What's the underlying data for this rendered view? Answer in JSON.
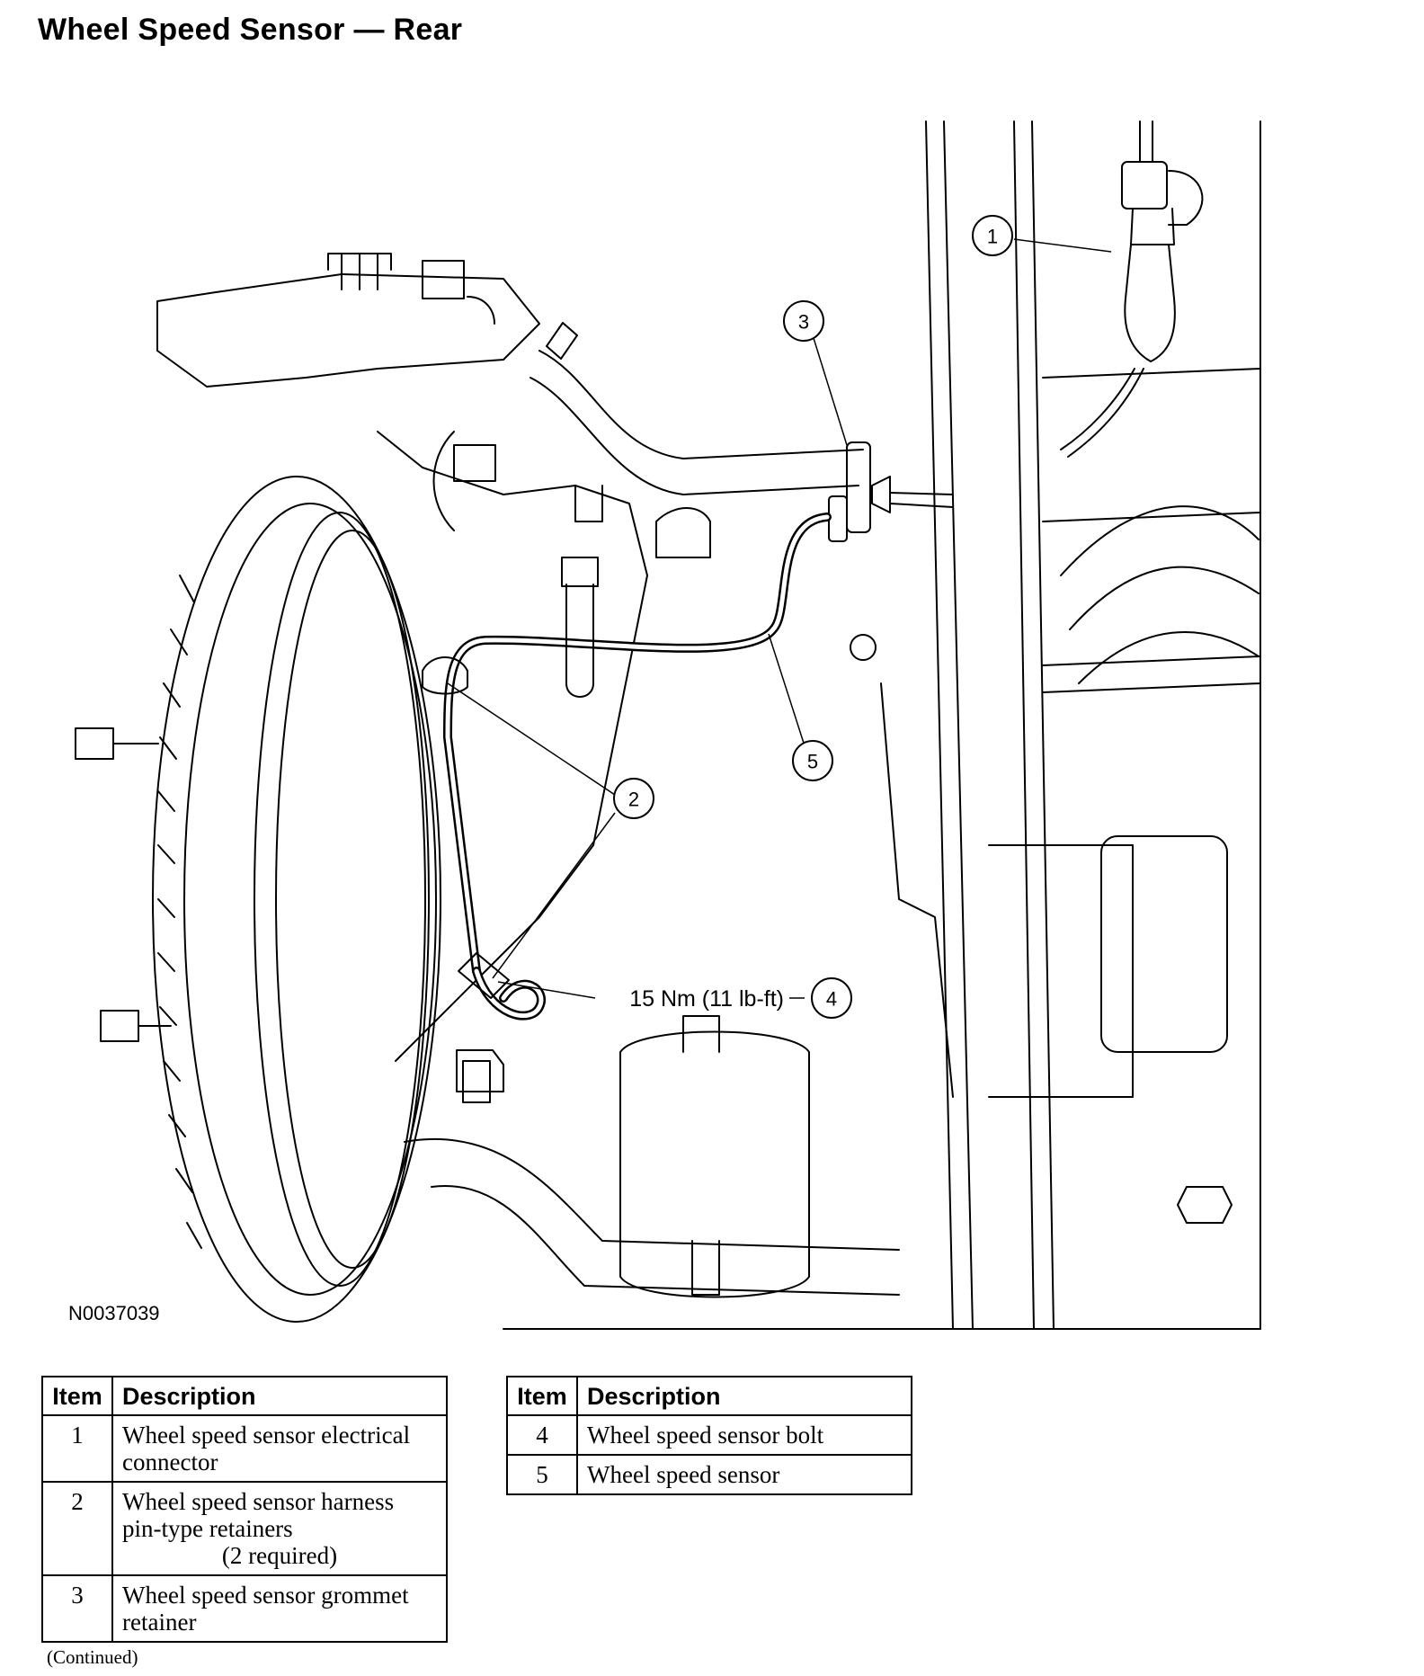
{
  "header": {
    "title": "Wheel Speed Sensor — Rear"
  },
  "figure": {
    "id": "N0037039",
    "torque_label": "15 Nm (11 lb-ft)",
    "callouts": [
      "1",
      "2",
      "3",
      "4",
      "5"
    ]
  },
  "tables": {
    "columns": {
      "item": "Item",
      "description": "Description"
    },
    "left": [
      {
        "item": "1",
        "description": "Wheel speed sensor electrical connector",
        "note": ""
      },
      {
        "item": "2",
        "description": "Wheel speed sensor harness pin-type retainers",
        "note": "(2 required)"
      },
      {
        "item": "3",
        "description": "Wheel speed sensor grommet retainer",
        "note": ""
      }
    ],
    "right": [
      {
        "item": "4",
        "description": "Wheel speed sensor bolt"
      },
      {
        "item": "5",
        "description": "Wheel speed sensor"
      }
    ]
  },
  "footer": {
    "continued": "(Continued)"
  }
}
